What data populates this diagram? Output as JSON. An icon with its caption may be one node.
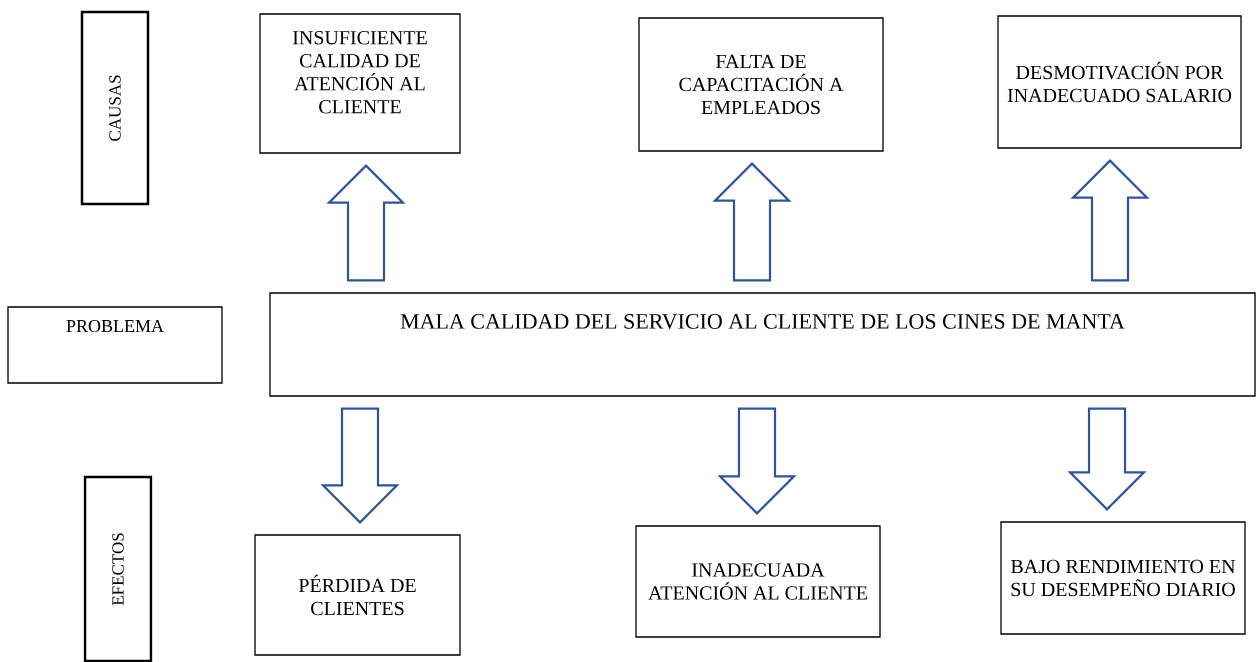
{
  "diagram": {
    "nodes": [
      {
        "text": [
          "CAUSAS"
        ]
      },
      {
        "text": [
          "INSUFICIENTE CALIDAD DE ATENCIÓN AL CLIENTE"
        ]
      },
      {
        "text": [
          "FALTA DE CAPACITACIÓN A EMPLEADOS"
        ]
      },
      {
        "text": [
          "DESMOTIVACIÓN POR INADECUADO SALARIO"
        ]
      },
      {
        "text": [
          "PROBLEMA"
        ]
      },
      {
        "text": [
          "MALA CALIDAD DEL SERVICIO AL CLIENTE DE LOS CINES DE MANTA"
        ]
      },
      {
        "text": [
          "EFECTOS"
        ]
      },
      {
        "text": [
          "PÉRDIDA DE CLIENTES"
        ]
      },
      {
        "text": [
          "INADECUADA ATENCIÓN AL CLIENTE"
        ]
      },
      {
        "text": [
          "BAJO RENDIMIENTO EN SU DESEMPEÑO DIARIO"
        ]
      }
    ],
    "edges": [
      {
        "from": 5,
        "to": 1,
        "arrow": "to"
      },
      {
        "from": 5,
        "to": 2,
        "arrow": "to"
      },
      {
        "from": 5,
        "to": 3,
        "arrow": "to"
      },
      {
        "from": 5,
        "to": 7,
        "arrow": "to"
      },
      {
        "from": 5,
        "to": 8,
        "arrow": "to"
      },
      {
        "from": 5,
        "to": 9,
        "arrow": "to"
      }
    ]
  }
}
